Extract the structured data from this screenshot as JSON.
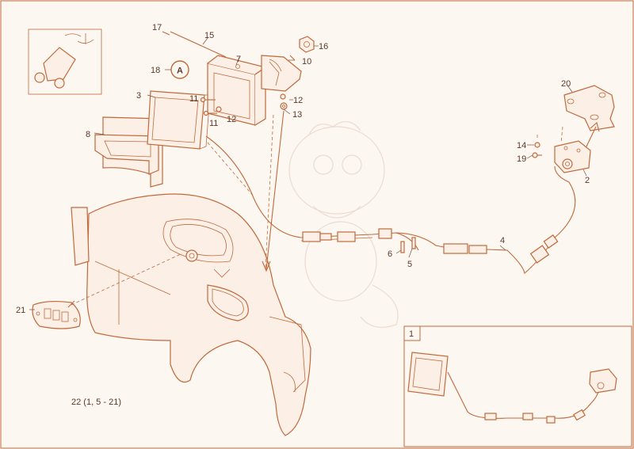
{
  "callouts": [
    {
      "id": "c1",
      "text": "1"
    },
    {
      "id": "c2",
      "text": "2"
    },
    {
      "id": "c3",
      "text": "3"
    },
    {
      "id": "c4",
      "text": "4"
    },
    {
      "id": "c5",
      "text": "5"
    },
    {
      "id": "c6",
      "text": "6"
    },
    {
      "id": "c7",
      "text": "7"
    },
    {
      "id": "c8",
      "text": "8"
    },
    {
      "id": "c10",
      "text": "10"
    },
    {
      "id": "c11a",
      "text": "11"
    },
    {
      "id": "c11b",
      "text": "11"
    },
    {
      "id": "c12a",
      "text": "12"
    },
    {
      "id": "c12b",
      "text": "12"
    },
    {
      "id": "c13",
      "text": "13"
    },
    {
      "id": "c14",
      "text": "14"
    },
    {
      "id": "c15",
      "text": "15"
    },
    {
      "id": "c16",
      "text": "16"
    },
    {
      "id": "c17",
      "text": "17"
    },
    {
      "id": "c18",
      "text": "18"
    },
    {
      "id": "c19",
      "text": "19"
    },
    {
      "id": "c20",
      "text": "20"
    },
    {
      "id": "c21",
      "text": "21"
    }
  ],
  "circle_label": "A",
  "kit_note": "22 (1, 5 - 21)",
  "colors": {
    "line": "#c06a3c",
    "background": "#fdf7f1",
    "text": "#5a3a2a"
  }
}
